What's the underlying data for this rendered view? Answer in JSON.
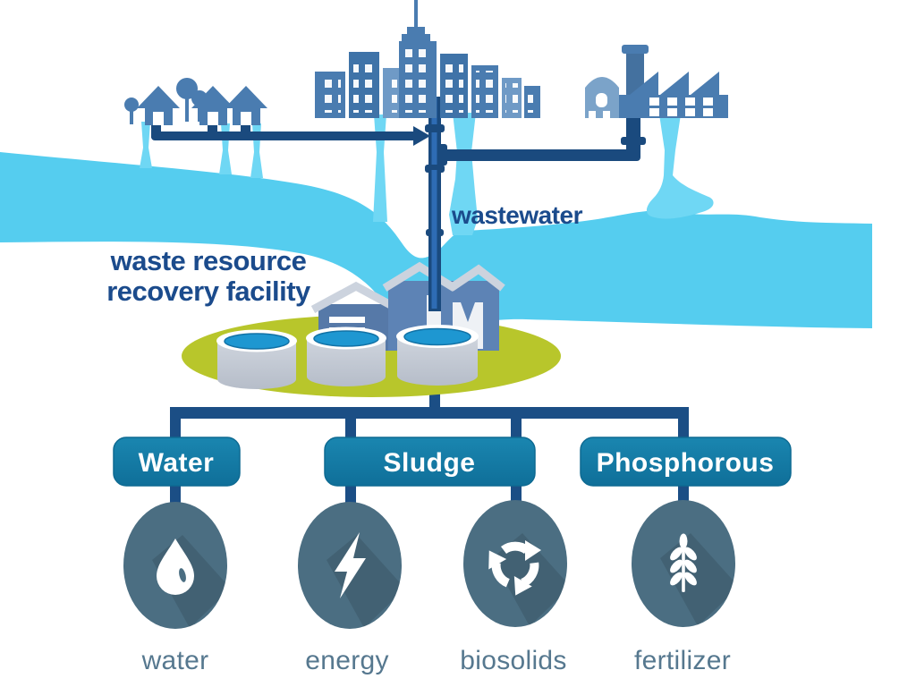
{
  "diagram_title": "waste resource recovery facility flow diagram",
  "labels": {
    "wastewater": "wastewater",
    "facility_line1": "waste resource",
    "facility_line2": "recovery facility"
  },
  "sources": [
    {
      "name": "residential houses"
    },
    {
      "name": "city skyline"
    },
    {
      "name": "industrial factory"
    }
  ],
  "branches": [
    {
      "label": "Water",
      "outputs": [
        {
          "label": "water",
          "icon": "water-droplet-icon"
        }
      ]
    },
    {
      "label": "Sludge",
      "outputs": [
        {
          "label": "energy",
          "icon": "lightning-bolt-icon"
        },
        {
          "label": "biosolids",
          "icon": "recycle-arrows-icon"
        }
      ]
    },
    {
      "label": "Phosphorous",
      "outputs": [
        {
          "label": "fertilizer",
          "icon": "wheat-stalk-icon"
        }
      ]
    }
  ],
  "colors": {
    "river": "#55CDEF",
    "stream": "#6FD7F4",
    "silhouette_mid": "#4A7CB0",
    "silhouette_dark": "#3F73A8",
    "silhouette_light": "#6F9AC6",
    "pipe_navy": "#1A4A7E",
    "pipe_highlight": "#2E6CB4",
    "text_navy": "#1B4B8C",
    "grass_green": "#B8C62B",
    "tank_grey": "#C4CAD4",
    "tank_water": "#1E97D1",
    "box_teal": "#137DA8",
    "connector_navy": "#1B4E85",
    "circle_slate": "#4B6E82",
    "output_label": "#56788F"
  }
}
